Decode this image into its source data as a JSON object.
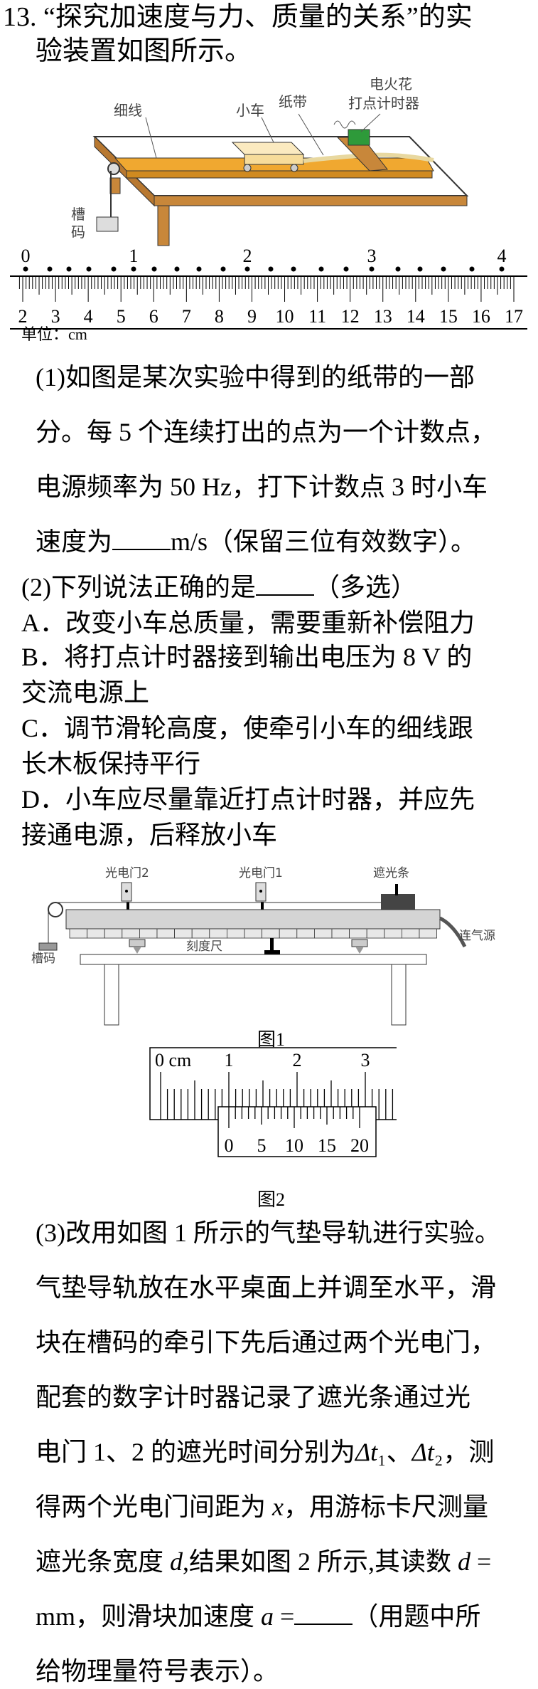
{
  "question": {
    "number": "13.",
    "title_line1": "“探究加速度与力、质量的关系”的实",
    "title_line2": "验装置如图所示。"
  },
  "figure_setup": {
    "labels": {
      "string": "细线",
      "cart": "小车",
      "tape": "纸带",
      "timer_line1": "电火花",
      "timer_line2": "打点计时器",
      "weight_line1": "槽",
      "weight_line2": "码"
    },
    "colors": {
      "track": "#f0a830",
      "table": "#fff",
      "wood": "#c8873a",
      "timer": "#2e9a3a",
      "cart": "#f7dc9a"
    }
  },
  "tape_ruler": {
    "count_labels": [
      "0",
      "1",
      "2",
      "3",
      "4"
    ],
    "scale_labels": [
      "2",
      "3",
      "4",
      "5",
      "6",
      "7",
      "8",
      "9",
      "10",
      "11",
      "12",
      "13",
      "14",
      "15",
      "16",
      "17"
    ],
    "unit": "单位：cm"
  },
  "part1": {
    "lines": [
      "(1)如图是某次实验中得到的纸带的一部",
      "分。每 5 个连续打出的点为一个计数点，",
      "电源频率为 50 Hz，打下计数点 3 时小车"
    ],
    "last_before": "速度为",
    "last_after": "m/s（保留三位有效数字）。"
  },
  "part2": {
    "stem_before": "(2)下列说法正确的是",
    "stem_after": "（多选）",
    "options": [
      "A．改变小车总质量，需要重新补偿阻力",
      "B．将打点计时器接到输出电压为 8 V 的",
      "交流电源上",
      "C．调节滑轮高度，使牵引小车的细线跟",
      "长木板保持平行",
      "D．小车应尽量靠近打点计时器，并应先",
      "接通电源，后释放小车"
    ]
  },
  "figure1": {
    "labels": {
      "gate2": "光电门2",
      "gate1": "光电门1",
      "shade": "遮光条",
      "air": "连气源",
      "scale": "刻度尺",
      "weight": "槽码"
    },
    "caption": "图1"
  },
  "figure2": {
    "main_labels": [
      "0 cm",
      "1",
      "2",
      "3"
    ],
    "vernier_labels": [
      "0",
      "5",
      "10",
      "15",
      "20"
    ],
    "caption": "图2"
  },
  "part3": {
    "lines": [
      "(3)改用如图 1 所示的气垫导轨进行实验。",
      "气垫导轨放在水平桌面上并调至水平，滑",
      "块在槽码的牵引下先后通过两个光电门，",
      "配套的数字计时器记录了遮光条通过光",
      "电门 1、2 的遮光时间分别为Δt₁、Δt₂，测",
      "得两个光电门间距为 x，用游标卡尺测量",
      "遮光条宽度 d,结果如图 2 所示,其读数 d ="
    ],
    "line8_before": "mm，则滑块加速度 a =",
    "line8_after": "（用题中所",
    "line9": "给物理量符号表示）。"
  }
}
